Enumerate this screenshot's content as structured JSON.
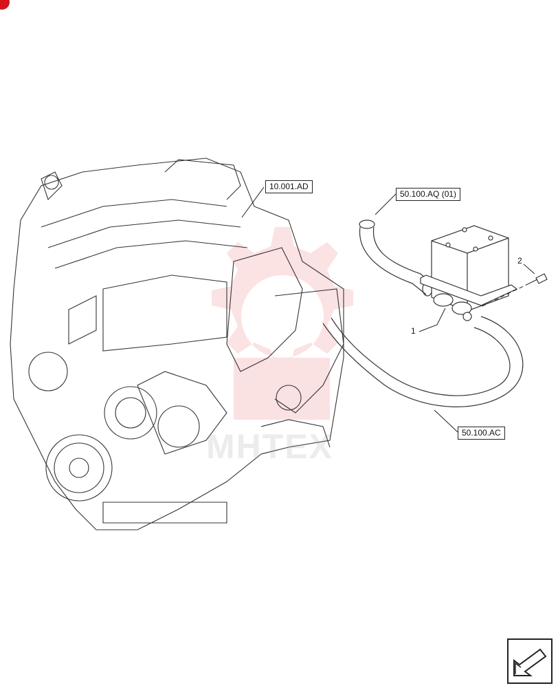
{
  "references": {
    "engine": "10.001.AD",
    "upper_hose": "50.100.AQ (01)",
    "lower_hose": "50.100.AC"
  },
  "callouts": {
    "item1": "1",
    "item2": "2"
  },
  "watermark": {
    "text": "MHTEX",
    "color": "#e01e28"
  },
  "colors": {
    "badge": "#d4141c",
    "line": "#222222"
  },
  "icons": {
    "navigation": "page-arrow-icon"
  }
}
